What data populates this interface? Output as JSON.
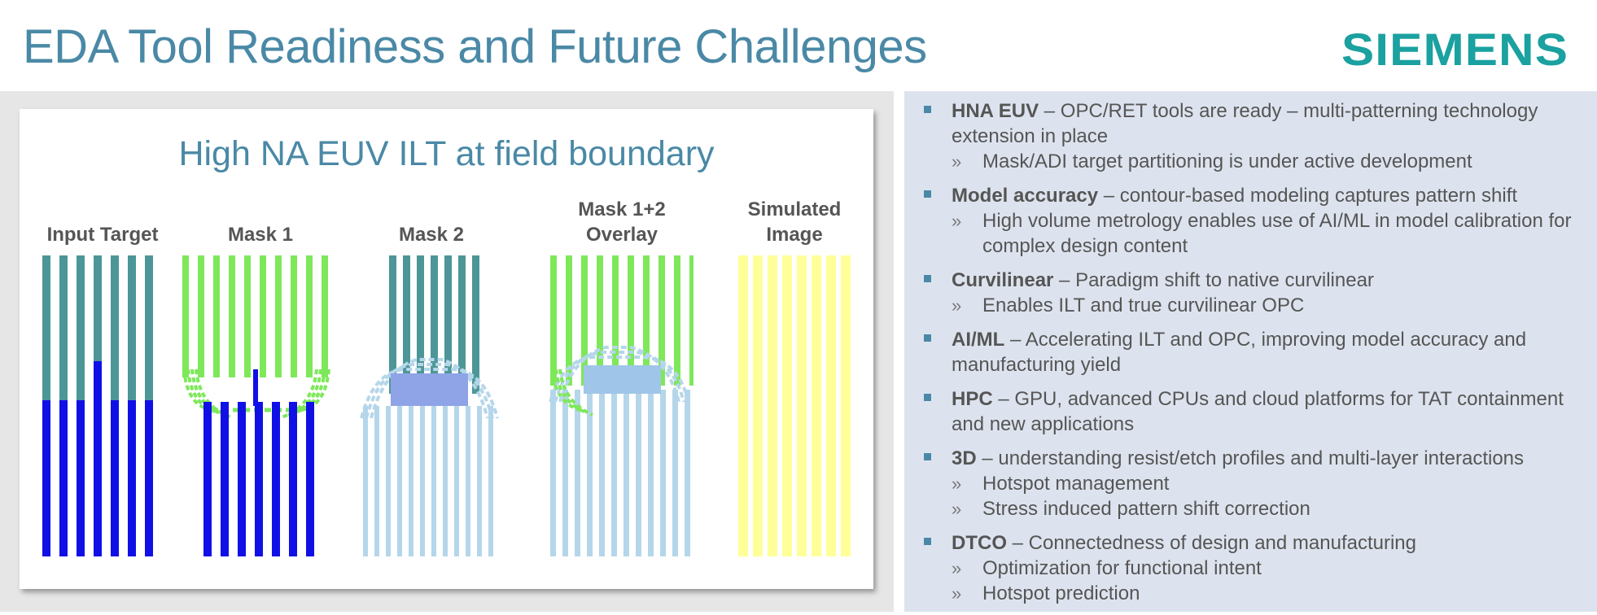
{
  "header": {
    "title": "EDA Tool Readiness and Future Challenges",
    "logo_text": "SIEMENS"
  },
  "figure": {
    "title": "High NA EUV ILT at field boundary",
    "columns": [
      {
        "label": "Input Target"
      },
      {
        "label": "Mask 1"
      },
      {
        "label": "Mask 2"
      },
      {
        "label_line1": "Mask 1+2",
        "label_line2": "Overlay"
      },
      {
        "label_line1": "Simulated",
        "label_line2": "Image"
      }
    ]
  },
  "colors": {
    "title": "#4a89a6",
    "logo": "#1aa1a0",
    "teal": "#4d9697",
    "blue": "#1010e6",
    "green": "#7ee85a",
    "light_blue": "#b5d6ea",
    "yellow": "#ffff99",
    "panel": "#dde3ee"
  },
  "items": [
    {
      "lead": "HNA EUV",
      "text": " – OPC/RET tools are ready – multi-patterning technology extension in place",
      "subs": [
        "Mask/ADI target partitioning is under active development"
      ]
    },
    {
      "lead": "Model accuracy",
      "text": " – contour-based modeling captures pattern shift",
      "subs": [
        "High volume metrology enables use of AI/ML in model calibration for complex design content"
      ]
    },
    {
      "lead": "Curvilinear",
      "text": " – Paradigm shift to native curvilinear",
      "subs": [
        "Enables ILT and true curvilinear OPC"
      ]
    },
    {
      "lead": "AI/ML",
      "text": " – Accelerating ILT and OPC, improving model accuracy and manufacturing yield",
      "subs": []
    },
    {
      "lead": "HPC",
      "text": " – GPU, advanced CPUs and cloud platforms for TAT containment and new applications",
      "subs": []
    },
    {
      "lead": "3D",
      "text": " – understanding resist/etch profiles and multi-layer interactions",
      "subs": [
        "Hotspot management",
        "Stress induced pattern shift correction"
      ]
    },
    {
      "lead": "DTCO",
      "text": " – Connectedness of design and manufacturing",
      "subs": [
        "Optimization for functional intent",
        "Hotspot prediction"
      ]
    }
  ]
}
